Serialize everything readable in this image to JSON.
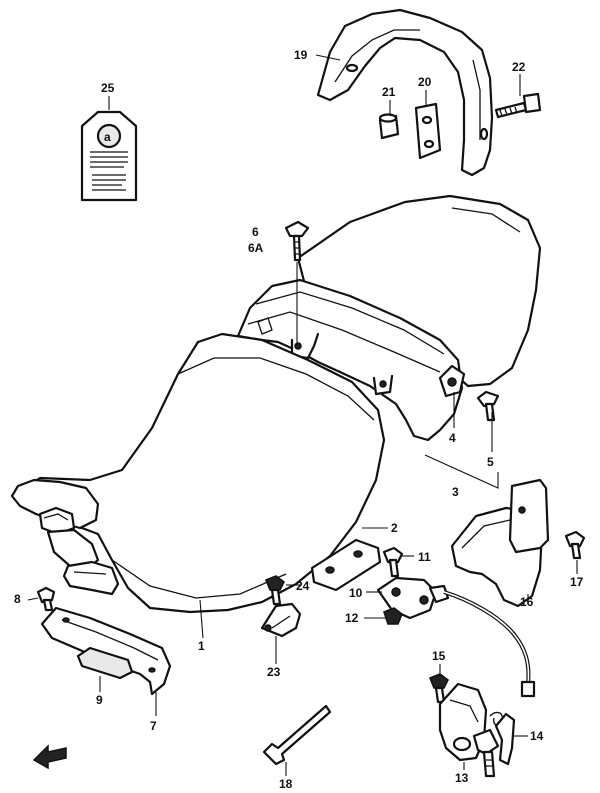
{
  "callouts": {
    "c1": "1",
    "c2": "2",
    "c3": "3",
    "c4": "4",
    "c5": "5",
    "c6": "6",
    "c6a": "6A",
    "c7": "7",
    "c8": "8",
    "c9": "9",
    "c10": "10",
    "c11": "11",
    "c12": "12",
    "c13": "13",
    "c14": "14",
    "c15": "15",
    "c16": "16",
    "c17": "17",
    "c18": "18",
    "c19": "19",
    "c20": "20",
    "c21": "21",
    "c22": "22",
    "c23": "23",
    "c24": "24",
    "c25": "25"
  },
  "label_card": {
    "badge": "a"
  },
  "icons": {
    "front_arrow": "front-direction-arrow-icon",
    "label_badge": "warning-badge-icon"
  }
}
